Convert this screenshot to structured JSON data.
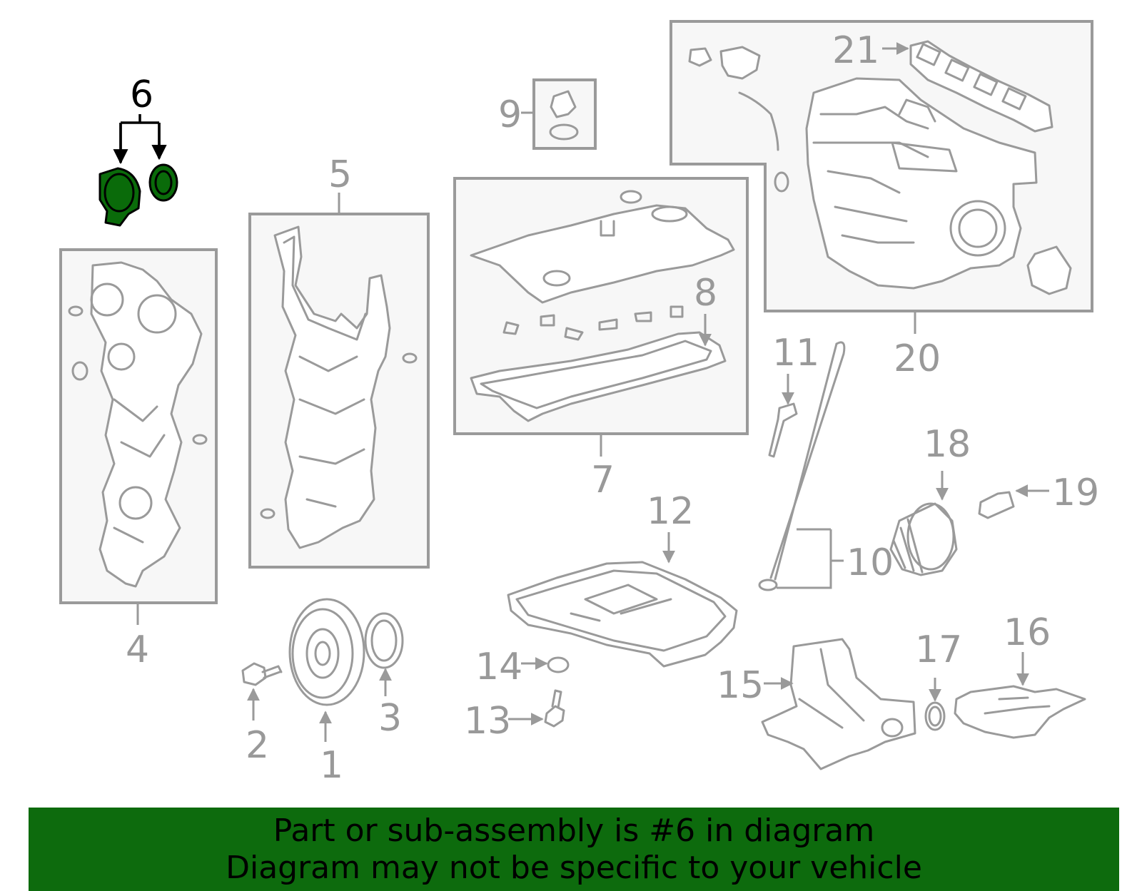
{
  "diagram": {
    "highlighted_part": "6",
    "highlight_color": "#0d6b0d",
    "line_color": "#9a9a9a",
    "callouts": {
      "c1": "1",
      "c2": "2",
      "c3": "3",
      "c4": "4",
      "c5": "5",
      "c6": "6",
      "c7": "7",
      "c8": "8",
      "c9": "9",
      "c10": "10",
      "c11": "11",
      "c12": "12",
      "c13": "13",
      "c14": "14",
      "c15": "15",
      "c16": "16",
      "c17": "17",
      "c18": "18",
      "c19": "19",
      "c20": "20",
      "c21": "21"
    }
  },
  "banner": {
    "line1": "Part or sub-assembly is #6 in diagram",
    "line2": "Diagram may not be specific to your vehicle"
  }
}
